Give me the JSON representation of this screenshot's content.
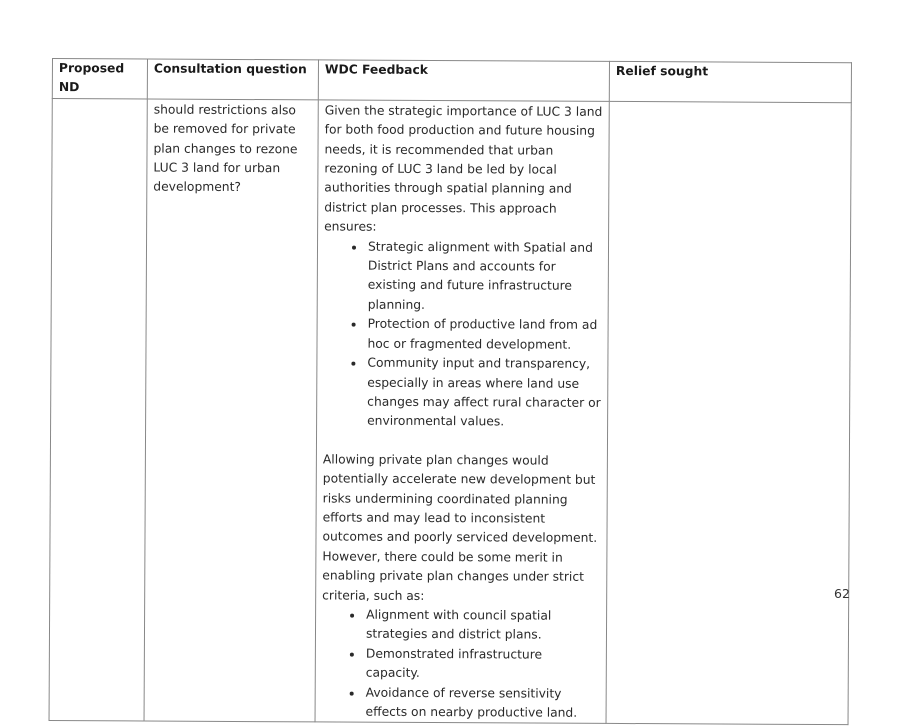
{
  "table": {
    "headers": [
      "Proposed ND",
      "Consultation question",
      "WDC Feedback",
      "Relief sought"
    ],
    "row": {
      "proposed_nd": "",
      "question": "should restrictions also be removed for private plan changes to rezone LUC 3 land for urban development?",
      "feedback": {
        "para1": "Given the strategic importance of LUC 3 land for both food production and future housing needs, it is recommended that urban rezoning of LUC 3 land be led by local authorities through spatial planning and district plan processes. This approach ensures:",
        "bullets1": [
          "Strategic alignment with Spatial and District Plans and accounts for existing and future infrastructure planning.",
          "Protection of productive land from ad hoc or fragmented development.",
          "Community input and transparency, especially in areas where land use changes may affect rural character or environmental values."
        ],
        "para2": "Allowing private plan changes would potentially accelerate new development but risks undermining coordinated planning efforts and may lead to inconsistent outcomes and poorly serviced development. However, there could be some merit in enabling private plan changes under strict criteria, such as:",
        "bullets2": [
          "Alignment with council spatial strategies and district plans.",
          "Demonstrated infrastructure capacity.",
          "Avoidance of reverse sensitivity effects on nearby productive land."
        ]
      },
      "relief": ""
    }
  },
  "page_number": "62"
}
